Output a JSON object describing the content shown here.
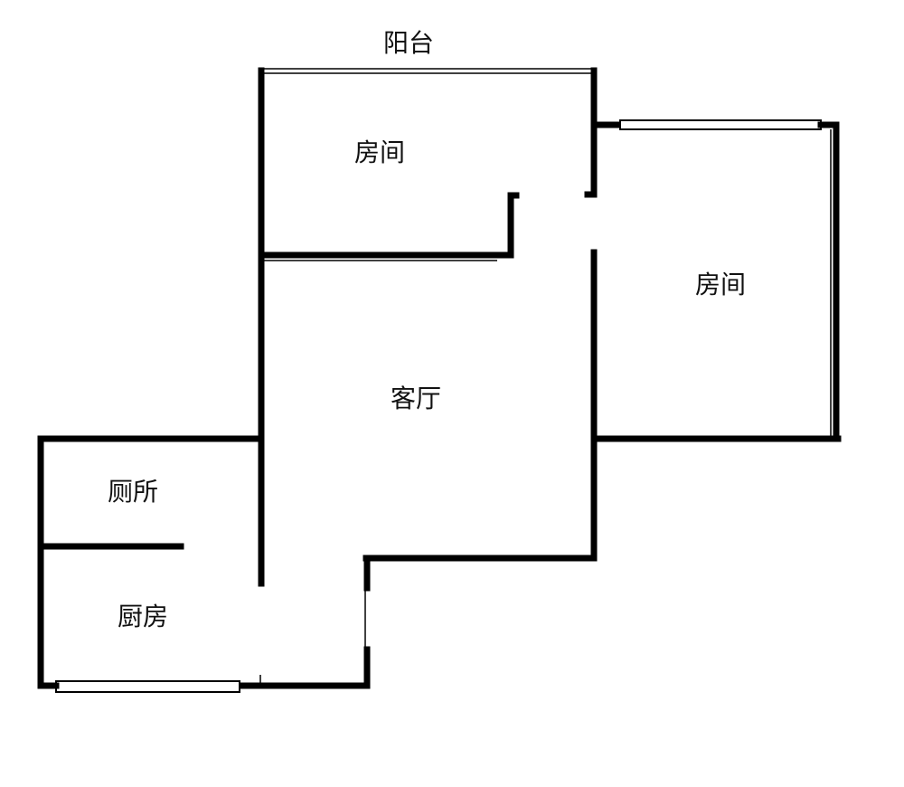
{
  "floorplan": {
    "rooms": {
      "balcony": "阳台",
      "bedroom_top": "房间",
      "bedroom_right": "房间",
      "living_room": "客厅",
      "toilet": "厕所",
      "kitchen": "厨房"
    }
  }
}
